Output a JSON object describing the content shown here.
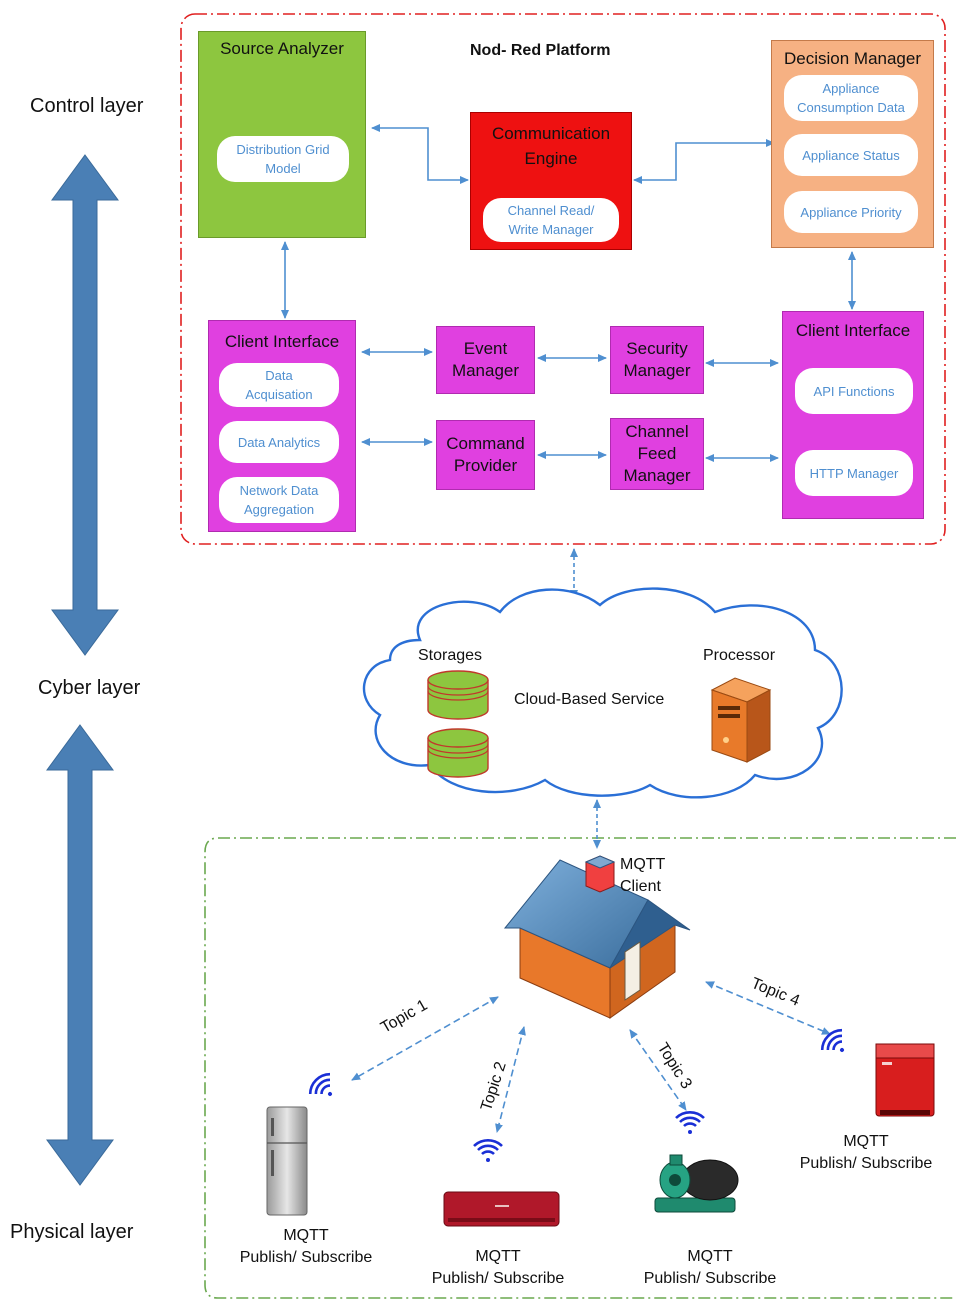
{
  "layers": {
    "control": "Control layer",
    "cyber": "Cyber layer",
    "physical": "Physical layer"
  },
  "platform": {
    "title": "Nod- Red Platform",
    "source_analyzer": {
      "title": "Source Analyzer",
      "items": [
        "Distribution Grid\nModel"
      ]
    },
    "communication_engine": {
      "title": "Communication\nEngine",
      "items": [
        "Channel Read/\nWrite Manager"
      ]
    },
    "decision_manager": {
      "title": "Decision Manager",
      "items": [
        "Appliance\nConsumption Data",
        "Appliance Status",
        "Appliance Priority"
      ]
    },
    "client_interface_left": {
      "title": "Client Interface",
      "items": [
        "Data\nAcquisation",
        "Data Analytics",
        "Network Data\nAggregation"
      ]
    },
    "event_manager": "Event\nManager",
    "security_manager": "Security\nManager",
    "command_provider": "Command\nProvider",
    "channel_feed_manager": "Channel\nFeed\nManager",
    "client_interface_right": {
      "title": "Client Interface",
      "items": [
        "API Functions",
        "HTTP Manager"
      ]
    }
  },
  "cloud": {
    "title": "Cloud-Based Service",
    "storages": "Storages",
    "processor": "Processor"
  },
  "physical": {
    "mqtt_client": "MQTT\nClient",
    "topics": [
      "Topic 1",
      "Topic 2",
      "Topic 3",
      "Topic 4"
    ],
    "devices": [
      {
        "label": "MQTT\nPublish/ Subscribe",
        "icon": "refrigerator-icon"
      },
      {
        "label": "MQTT\nPublish/ Subscribe",
        "icon": "air-conditioner-icon"
      },
      {
        "label": "MQTT\nPublish/ Subscribe",
        "icon": "water-pump-icon"
      },
      {
        "label": "MQTT\nPublish/ Subscribe",
        "icon": "freezer-icon"
      }
    ]
  },
  "colors": {
    "arrow_blue": "#4f8fd0",
    "layer_arrow": "#4a7fb5",
    "source_green": "#8dc63f",
    "comm_red": "#ee1111",
    "decision_orange": "#f6b183",
    "client_magenta": "#e040e0",
    "platform_border": "#e02020",
    "physical_border": "#6aa84f"
  }
}
